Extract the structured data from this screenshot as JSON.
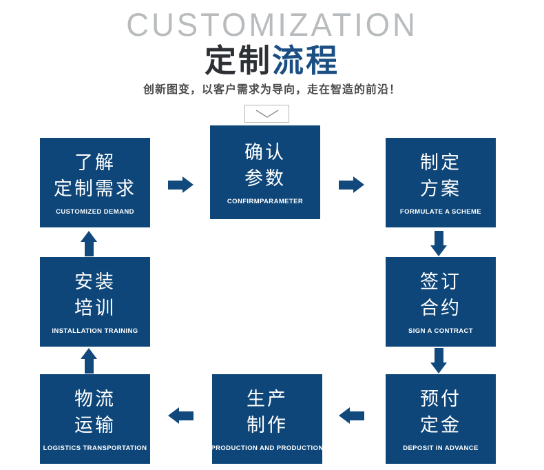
{
  "header": {
    "watermark": "CUSTOMIZATION",
    "title_part1": "定制",
    "title_part2": "流程",
    "subtitle": "创新图变，以客户需求为导向，走在智造的前沿！"
  },
  "colors": {
    "box_blue": "#0e4679",
    "arrow_blue": "#11497c",
    "title_blue": "#1b4f83",
    "title_dark": "#2d3135",
    "watermark_gray": "#b9bcbe"
  },
  "flow": {
    "boxes": [
      {
        "id": "customized-demand",
        "line1": "了解",
        "line2": "定制需求",
        "en": "CUSTOMIZED DEMAND"
      },
      {
        "id": "confirm-parameter",
        "line1": "确认",
        "line2": "参数",
        "en": "CONFIRMPARAMETER"
      },
      {
        "id": "formulate-a-scheme",
        "line1": "制定",
        "line2": "方案",
        "en": "FORMULATE A SCHEME"
      },
      {
        "id": "sign-a-contract",
        "line1": "签订",
        "line2": "合约",
        "en": "SIGN A CONTRACT"
      },
      {
        "id": "deposit-in-advance",
        "line1": "预付",
        "line2": "定金",
        "en": "DEPOSIT IN ADVANCE"
      },
      {
        "id": "production",
        "line1": "生产",
        "line2": "制作",
        "en": "PRODUCTION AND PRODUCTION"
      },
      {
        "id": "logistics",
        "line1": "物流",
        "line2": "运输",
        "en": "LOGISTICS TRANSPORTATION"
      },
      {
        "id": "installation",
        "line1": "安装",
        "line2": "培训",
        "en": "INSTALLATION TRAINING"
      }
    ]
  }
}
